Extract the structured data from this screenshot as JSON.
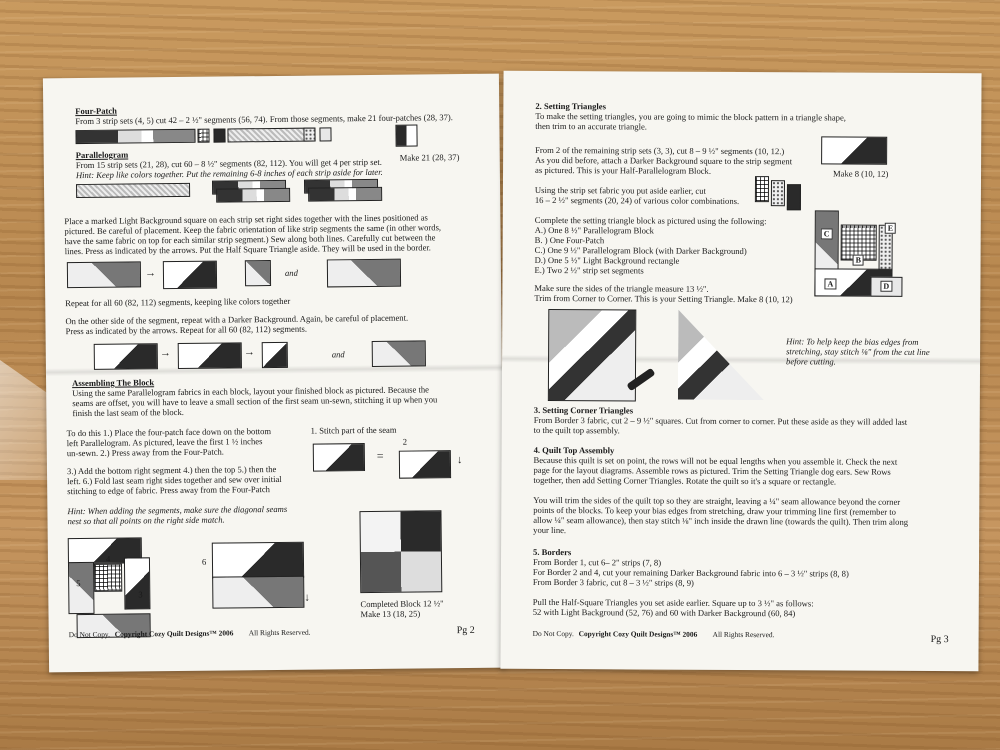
{
  "left": {
    "four_patch_title": "Four-Patch",
    "four_patch_text": "From 3 strip sets (4, 5) cut 42 – 2 ½\" segments (56, 74).  From those segments, make 21 four-patches (28, 37).",
    "make21": "Make 21 (28, 37)",
    "parallelogram_title": "Parallelogram",
    "parallelogram_text": "From 15 strip sets (21, 28), cut 60 – 8 ½\" segments (82, 112).  You will get 4 per strip set.",
    "parallelogram_hint": "Hint: Keep like colors together.  Put the remaining 6-8 inches of each strip aside for later.",
    "place_lines": [
      "Place a marked Light Background square on each strip set right sides together with the lines positioned as",
      "pictured.  Be careful of placement. Keep the fabric orientation of like strip segments the same (in other words,",
      "have the same fabric on top for each similar strip segment.)  Sew along both lines. Carefully cut between the",
      "lines. Press as indicated by the arrows. Put the Half Square Triangle aside. They will be used in the border."
    ],
    "and1": "and",
    "repeat_text": "Repeat for all 60 (82, 112) segments, keeping like colors together",
    "other_side_lines": [
      "On the other side of the segment, repeat with a Darker Background. Again, be careful of placement.",
      "Press as indicated by the arrows. Repeat for all 60 (82, 112) segments."
    ],
    "and2": "and",
    "assembling_title": "Assembling The Block",
    "assembling_lines": [
      "Using the same Parallelogram fabrics in each block, layout your finished block as pictured.  Because the",
      "seams are offset, you will have to leave a small section of the first seam un-sewn, stitching it up when you",
      "finish the last seam of the block."
    ],
    "step_lines": [
      "To do this 1.) Place the four-patch face down on the bottom",
      "left Parallelogram. As pictured, leave the first 1 ½ inches",
      "un-sewn. 2.) Press away from the Four-Patch."
    ],
    "step3_lines": [
      "3.) Add the bottom right segment 4.) then the top 5.) then the",
      "left. 6.) Fold last seam right sides together and sew over initial",
      "stitching to edge of fabric. Press away from the Four-Patch"
    ],
    "stitch_label": "1. Stitch part of  the seam",
    "eq": "=",
    "num2": "2",
    "hint_lines": [
      "Hint: When adding the segments, make sure the diagonal seams",
      "nest so that all points on the right side match."
    ],
    "n5": "5",
    "n4": "4",
    "n3": "3",
    "n6": "6",
    "completed": "Completed Block 12 ½\"",
    "make13": "Make 13 (18, 25)",
    "footer_prefix": "Do Not Copy.",
    "footer_copyright": "Copyright Cozy Quilt Designs™ 2006",
    "footer_suffix": "All Rights Reserved.",
    "page_num": "Pg 2"
  },
  "right": {
    "s2_title": "2. Setting Triangles",
    "s2_lines": [
      "To make the setting triangles, you are going to mimic the block pattern in a triangle shape,",
      "then trim to an accurate triangle."
    ],
    "s2_para2": [
      "From 2 of the remaining strip sets (3, 3), cut 8 – 9 ½\" segments (10, 12.)",
      "As you did before, attach a Darker Background square to the strip segment",
      "as pictured. This is your Half-Parallelogram Block."
    ],
    "make8a": "Make 8 (10, 12)",
    "s2_para3": [
      "Using the strip set fabric you put aside earlier, cut",
      "16 – 2 ½\" segments (20, 24) of various color combinations."
    ],
    "complete_intro": "Complete the setting triangle block as pictured using the following:",
    "list": [
      "A.) One 8 ½\" Parallelogram Block",
      "B. ) One Four-Patch",
      "C.) One 9 ½\"  Parallelogram Block (with Darker Background)",
      "D.) One 5 ½\" Light Background rectangle",
      "E.) Two 2 ½\" strip set segments"
    ],
    "lblA": "A",
    "lblB": "B",
    "lblC": "C",
    "lblD": "D",
    "lblE": "E",
    "measure_lines": [
      "Make sure the sides of the triangle measure 13 ½\".",
      "Trim from Corner to Corner. This is your Setting Triangle. Make 8 (10, 12)"
    ],
    "hint_lines": [
      "Hint: To help keep the bias edges from",
      "stretching, stay stitch ⅛\" from the cut line",
      "before cutting."
    ],
    "s3_title": "3. Setting Corner Triangles",
    "s3_lines": [
      "From Border 3 fabric, cut 2 – 9 ½\" squares. Cut from corner to corner. Put these aside as they will added last",
      "to the quilt top assembly."
    ],
    "s4_title": "4. Quilt Top Assembly",
    "s4_lines": [
      "Because this quilt is set on point, the rows will not be equal lengths when you assemble it. Check the next",
      "page for the layout diagrams. Assemble rows as pictured. Trim the Setting Triangle dog ears.  Sew Rows",
      "together, then add Setting Corner Triangles.  Rotate the quilt so it's a square or rectangle."
    ],
    "s4_para2": [
      "You will trim the sides of the quilt top so they are straight, leaving a  ¼\" seam allowance beyond the corner",
      "points of the blocks. To keep your bias edges from stretching, draw your trimming line first (remember to",
      "allow ¼\" seam allowance), then stay stitch ⅛\" inch inside the drawn line (towards the quilt). Then trim along",
      "your line."
    ],
    "s5_title": "5. Borders",
    "s5_lines": [
      "From Border 1, cut 6– 2\"  strips (7, 8)",
      "For Border 2 and 4, cut your remaining Darker Background fabric into 6 – 3 ½\" strips (8, 8)",
      "From Border 3 fabric, cut 8 – 3 ½\" strips (8, 9)"
    ],
    "s5_para2": [
      "Pull the Half-Square Triangles you set aside earlier.  Square up to 3 ½\" as follows:",
      "52 with Light  Background (52, 76)     and 60 with Darker Background (60, 84)"
    ],
    "footer_prefix": "Do Not Copy.",
    "footer_copyright": "Copyright Cozy Quilt Designs™ 2006",
    "footer_suffix": "All Rights Reserved.",
    "page_num": "Pg 3"
  }
}
